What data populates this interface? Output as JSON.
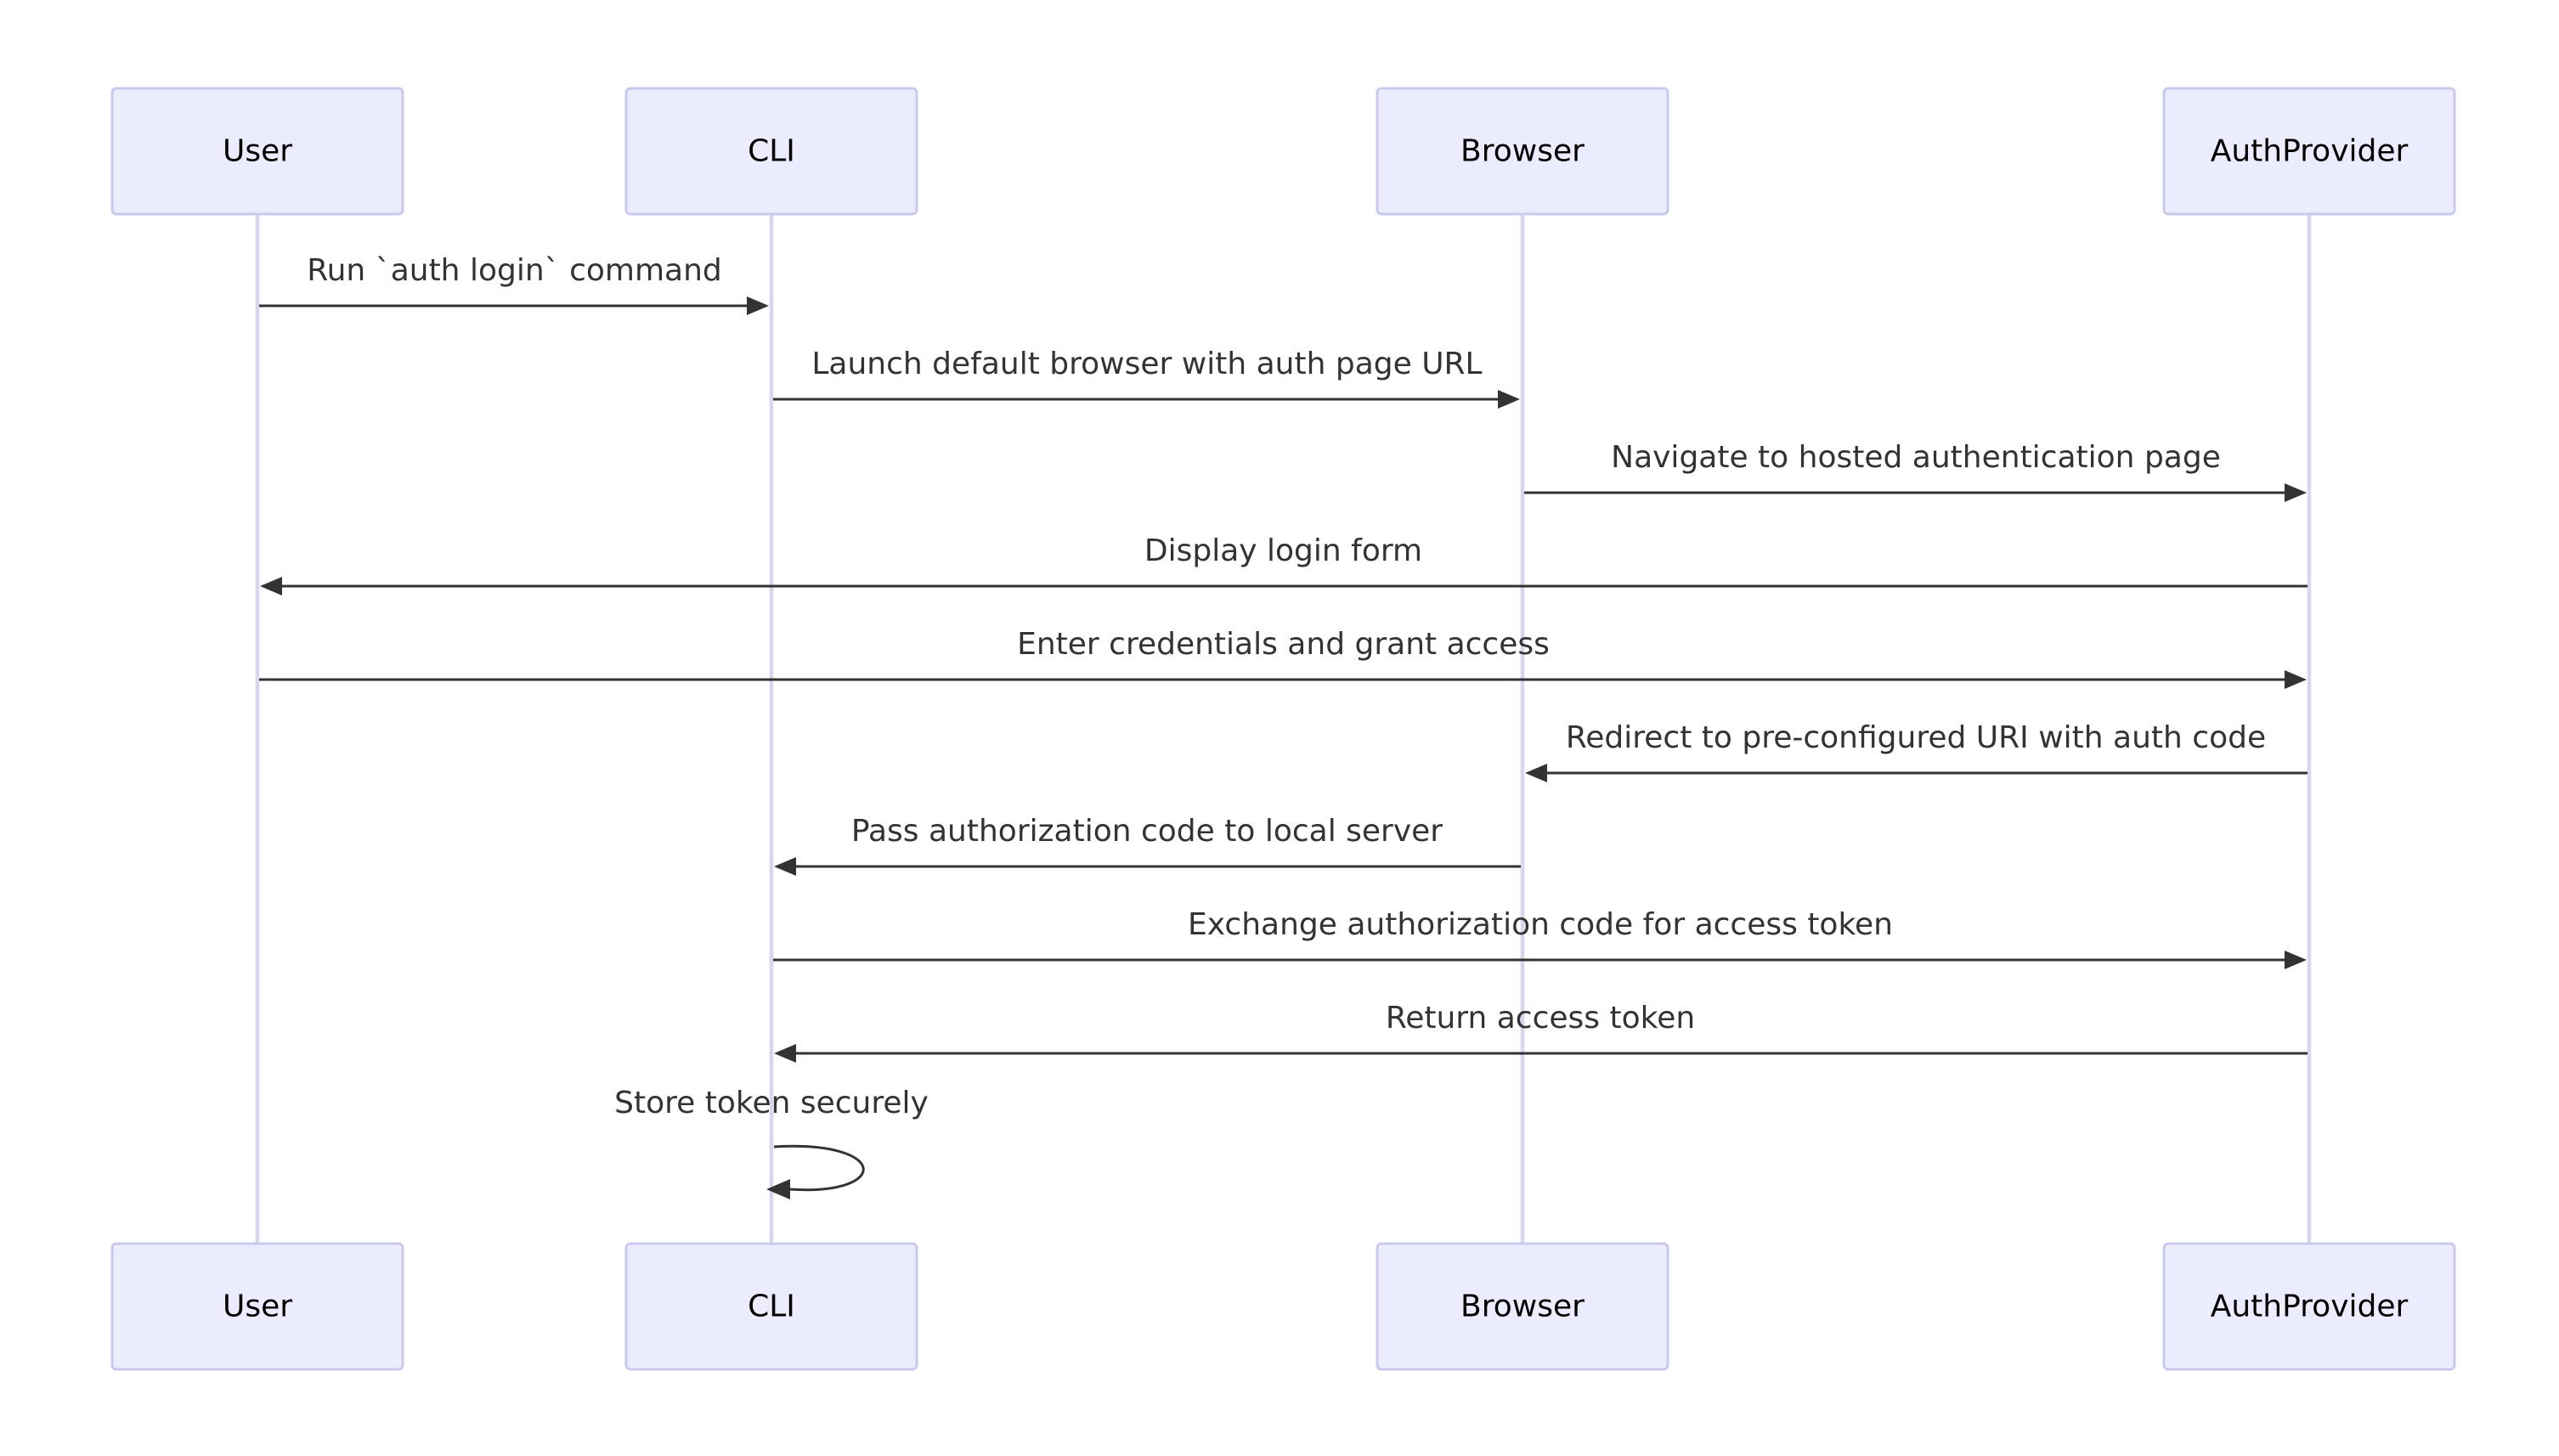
{
  "diagram": {
    "type": "sequence",
    "participants": [
      "User",
      "CLI",
      "Browser",
      "AuthProvider"
    ],
    "messages": [
      {
        "from": "User",
        "to": "CLI",
        "label": "Run `auth login` command"
      },
      {
        "from": "CLI",
        "to": "Browser",
        "label": "Launch default browser with auth page URL"
      },
      {
        "from": "Browser",
        "to": "AuthProvider",
        "label": "Navigate to hosted authentication page"
      },
      {
        "from": "AuthProvider",
        "to": "User",
        "label": "Display login form"
      },
      {
        "from": "User",
        "to": "AuthProvider",
        "label": "Enter credentials and grant access"
      },
      {
        "from": "AuthProvider",
        "to": "Browser",
        "label": "Redirect to pre-configured URI with auth code"
      },
      {
        "from": "Browser",
        "to": "CLI",
        "label": "Pass authorization code to local server"
      },
      {
        "from": "CLI",
        "to": "AuthProvider",
        "label": "Exchange authorization code for access token"
      },
      {
        "from": "AuthProvider",
        "to": "CLI",
        "label": "Return access token"
      },
      {
        "from": "CLI",
        "to": "CLI",
        "label": "Store token securely"
      }
    ]
  }
}
